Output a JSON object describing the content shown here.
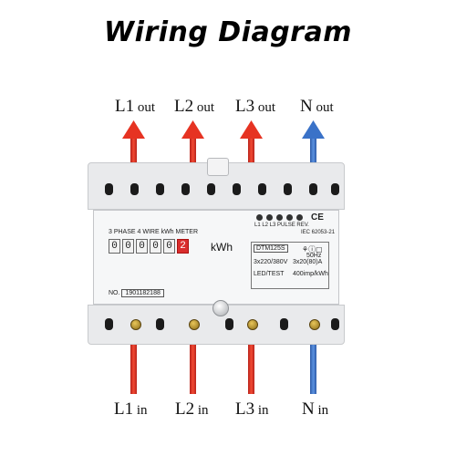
{
  "title": "Wiring Diagram",
  "colors": {
    "phase": "#e63322",
    "neutral": "#3a72c8"
  },
  "top_labels": [
    {
      "prefix": "L1",
      "suffix": " out"
    },
    {
      "prefix": "L2",
      "suffix": " out"
    },
    {
      "prefix": "L3",
      "suffix": " out"
    },
    {
      "prefix": "N",
      "suffix": " out"
    }
  ],
  "bottom_labels": [
    {
      "prefix": "L1",
      "suffix": " in"
    },
    {
      "prefix": "L2",
      "suffix": " in"
    },
    {
      "prefix": "L3",
      "suffix": " in"
    },
    {
      "prefix": "N",
      "suffix": " in"
    }
  ],
  "meter": {
    "header": "3 PHASE 4 WIRE kWh METER",
    "digits": [
      "0",
      "0",
      "0",
      "0",
      "0",
      "2"
    ],
    "unit": "kWh",
    "serial_prefix": "NO.",
    "serial": "1901182188",
    "led_labels": "L1  L2  L3 PULSE REV.",
    "ce_mark": "CE",
    "standard": "IEC 62053-21",
    "model": "DTM125S",
    "voltage": "3x220/380V",
    "current": "3x20(80)A",
    "frequency": "50Hz",
    "test_label": "LED/TEST",
    "impulse": "400imp/kWh"
  }
}
